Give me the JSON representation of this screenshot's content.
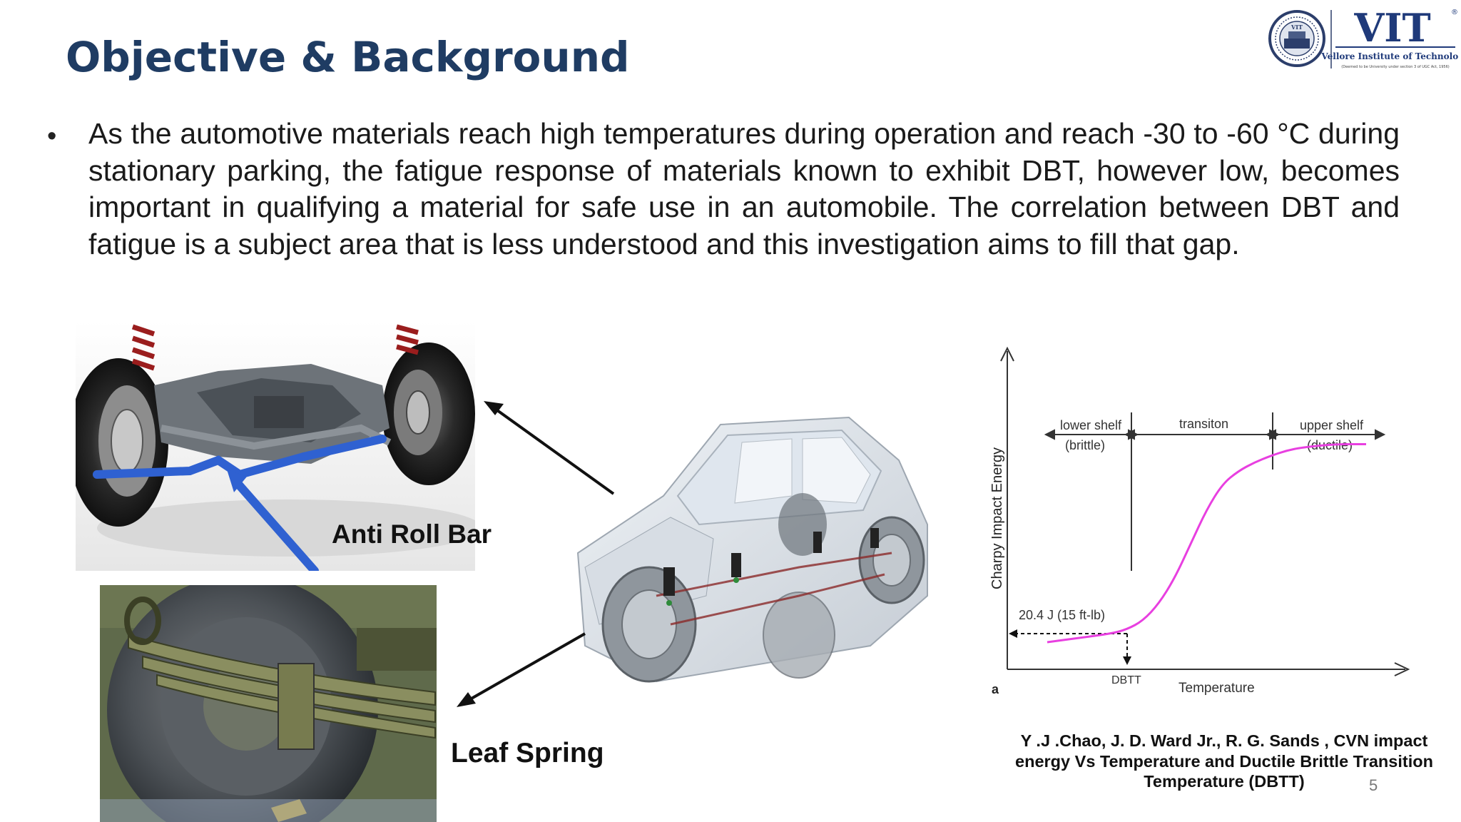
{
  "slide": {
    "title": "Objective & Background",
    "bullet": "As the automotive materials reach high temperatures during operation and reach -30 to -60 °C during stationary parking, the fatigue response of materials known to exhibit DBT, however low, becomes important in qualifying a material for safe use in an automobile. The correlation between DBT and fatigue is a subject area that is less understood and this investigation aims to fill that gap.",
    "page_number": "5"
  },
  "logo": {
    "acronym": "VIT",
    "seal_text": "VIT",
    "name": "Vellore Institute of Technology",
    "tagline": "(Deemed to be University under section 3 of UGC Act, 1956)",
    "registered": "®"
  },
  "images": {
    "anti_roll_label": "Anti Roll Bar",
    "leaf_label": "Leaf Spring"
  },
  "chart_data": {
    "type": "line",
    "panel_label": "a",
    "xlabel": "Temperature",
    "ylabel": "Charpy Impact Energy",
    "regions": [
      {
        "line1": "lower shelf",
        "line2": "(brittle)"
      },
      {
        "line1": "transiton",
        "line2": ""
      },
      {
        "line1": "upper shelf",
        "line2": "(ductile)"
      }
    ],
    "threshold_label": "20.4 J (15 ft-lb)",
    "dbtt_label": "DBTT",
    "curve": {
      "x": [
        0.0,
        0.1,
        0.2,
        0.25,
        0.3,
        0.35,
        0.4,
        0.45,
        0.5,
        0.55,
        0.6,
        0.65,
        0.7,
        0.75,
        0.8,
        0.9,
        1.0
      ],
      "y": [
        0.06,
        0.08,
        0.1,
        0.12,
        0.16,
        0.24,
        0.36,
        0.52,
        0.68,
        0.8,
        0.86,
        0.9,
        0.93,
        0.955,
        0.97,
        0.985,
        0.985
      ]
    },
    "colors": {
      "curve": "#e83fe0",
      "axes": "#333333"
    }
  },
  "caption": {
    "line1": "Y .J .Chao, J. D. Ward Jr., R. G. Sands , CVN impact",
    "line2": "energy  Vs  Temperature  and Ductile Brittle Transition",
    "line3": "Temperature (DBTT)"
  }
}
